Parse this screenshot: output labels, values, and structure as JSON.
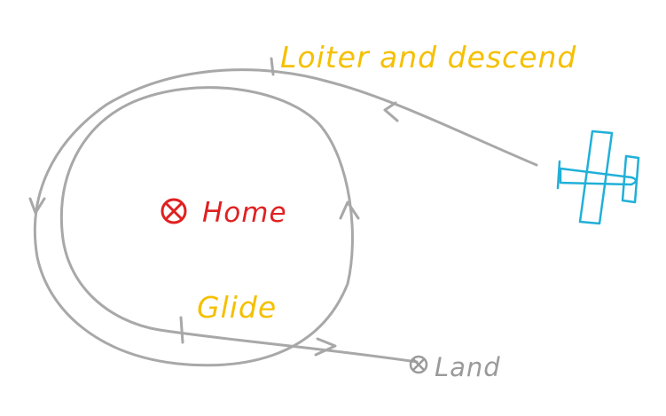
{
  "labels": {
    "loiter": "Loiter and descend",
    "home": "Home",
    "glide": "Glide",
    "land": "Land"
  },
  "colors": {
    "path": "#a8a8a8",
    "loiter_label": "#f5c000",
    "glide_label": "#f5c000",
    "home": "#e02020",
    "land": "#9a9a9a",
    "aircraft": "#20b0d8"
  },
  "icons": {
    "home_marker": "crossed-circle",
    "land_marker": "crossed-circle",
    "aircraft": "airplane-top-view"
  }
}
